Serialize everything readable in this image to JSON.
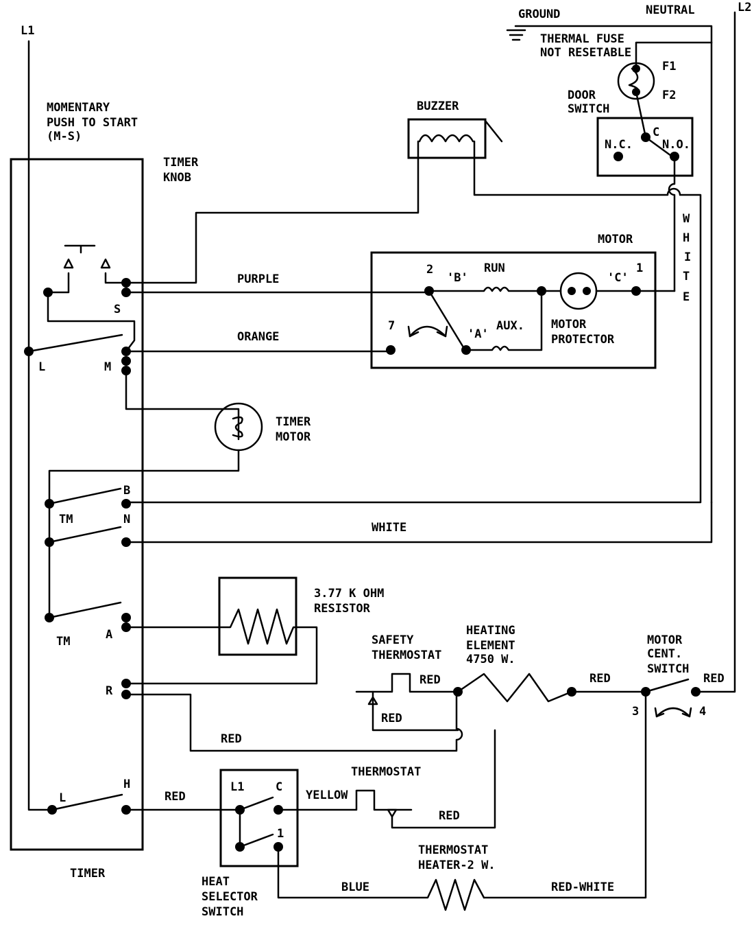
{
  "labels": {
    "l1": "L1",
    "l2": "L2",
    "ground": "GROUND",
    "neutral": "NEUTRAL",
    "thermal_fuse_1": "THERMAL FUSE",
    "thermal_fuse_2": "NOT RESETABLE",
    "f1": "F1",
    "f2": "F2",
    "door_switch_1": "DOOR",
    "door_switch_2": "SWITCH",
    "door_nc": "N.C.",
    "door_c": "C",
    "door_no": "N.O.",
    "buzzer": "BUZZER",
    "momentary_1": "MOMENTARY",
    "momentary_2": "PUSH TO START",
    "momentary_3": "(M-S)",
    "timer_knob_1": "TIMER",
    "timer_knob_2": "KNOB",
    "white_vertical": [
      "W",
      "H",
      "I",
      "T",
      "E"
    ],
    "motor": "MOTOR",
    "purple": "PURPLE",
    "orange": "ORANGE",
    "motor_t2": "2",
    "motor_b": "'B'",
    "run": "RUN",
    "motor_c": "'C'",
    "motor_t1": "1",
    "motor_t7": "7",
    "motor_a": "'A'",
    "aux": "AUX.",
    "motor_protector_1": "MOTOR",
    "motor_protector_2": "PROTECTOR",
    "term_s": "S",
    "term_l_top": "L",
    "term_m": "M",
    "timer_motor_1": "TIMER",
    "timer_motor_2": "MOTOR",
    "term_b": "B",
    "term_tm_1": "TM",
    "term_n": "N",
    "white_horizontal": "WHITE",
    "resistor_1": "3.77 K OHM",
    "resistor_2": "RESISTOR",
    "term_tm_2": "TM",
    "term_a": "A",
    "term_r": "R",
    "safety_thermostat_1": "SAFETY",
    "safety_thermostat_2": "THERMOSTAT",
    "heating_element_1": "HEATING",
    "heating_element_2": "ELEMENT",
    "heating_element_3": "4750 W.",
    "motor_cent_1": "MOTOR",
    "motor_cent_2": "CENT.",
    "motor_cent_3": "SWITCH",
    "red_1": "RED",
    "red_2": "RED",
    "red_3": "RED",
    "red_4": "RED",
    "red_5": "RED",
    "red_6": "RED",
    "red_7": "RED",
    "mc_3": "3",
    "mc_4": "4",
    "term_l_bottom": "L",
    "term_h": "H",
    "hs_l1": "L1",
    "hs_c": "C",
    "hs_1": "1",
    "yellow": "YELLOW",
    "thermostat": "THERMOSTAT",
    "thermostat_heater_1": "THERMOSTAT",
    "thermostat_heater_2": "HEATER-2 W.",
    "blue": "BLUE",
    "red_white": "RED-WHITE",
    "timer": "TIMER",
    "heat_selector_1": "HEAT",
    "heat_selector_2": "SELECTOR",
    "heat_selector_3": "SWITCH"
  }
}
